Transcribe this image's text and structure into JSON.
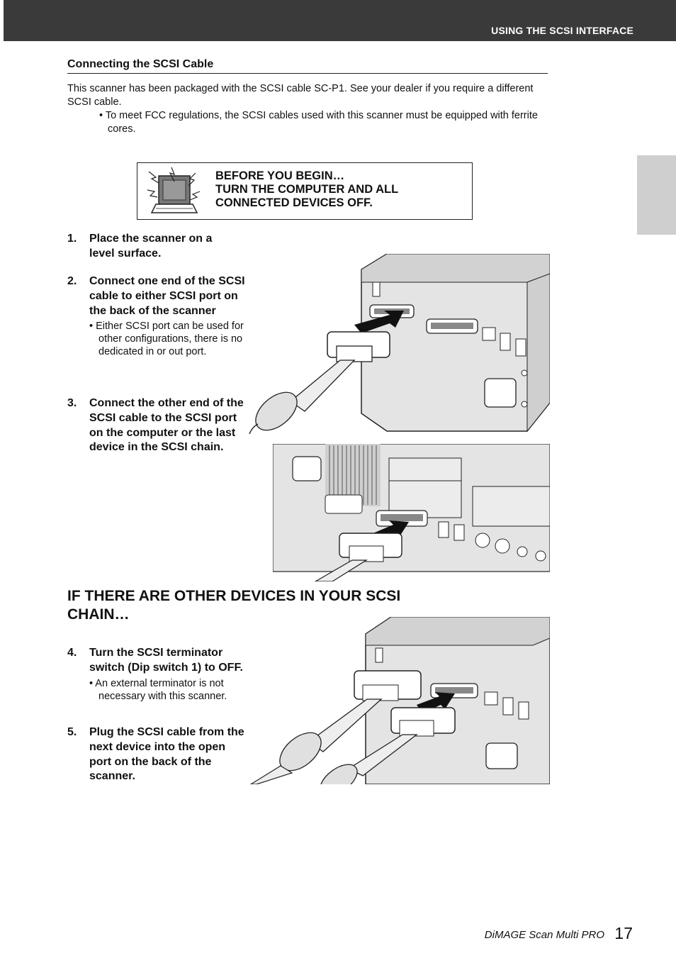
{
  "header": {
    "title": "USING THE SCSI INTERFACE"
  },
  "section": {
    "heading": "Connecting the SCSI Cable",
    "intro": "This scanner has been packaged with the SCSI cable SC-P1. See your dealer if you require a different SCSI cable.",
    "bullet": "• To meet FCC regulations, the SCSI cables used with this scanner must be equipped with ferrite cores."
  },
  "warning": {
    "line1": "BEFORE YOU BEGIN…",
    "line2": "TURN THE COMPUTER AND ALL",
    "line3": "CONNECTED DEVICES OFF."
  },
  "steps": [
    {
      "num": "1.",
      "text": "Place the scanner on a level surface."
    },
    {
      "num": "2.",
      "text": "Connect one end of the SCSI cable to either SCSI port on the back of the scanner",
      "note": "• Either SCSI port can be used for other configurations, there is no dedicated in or out port."
    },
    {
      "num": "3.",
      "text": "Connect the other end of the SCSI cable to the SCSI port on the computer or the last device in the SCSI chain."
    },
    {
      "num": "4.",
      "text": "Turn the SCSI terminator switch (Dip switch 1) to OFF.",
      "note": "• An external terminator is not necessary with this scanner."
    },
    {
      "num": "5.",
      "text": "Plug the SCSI cable from the next device into the open port on the back of the scanner."
    }
  ],
  "chain_heading": "IF THERE ARE OTHER DEVICES IN YOUR SCSI CHAIN…",
  "footer": {
    "product": "DiMAGE Scan Multi PRO",
    "page": "17"
  }
}
